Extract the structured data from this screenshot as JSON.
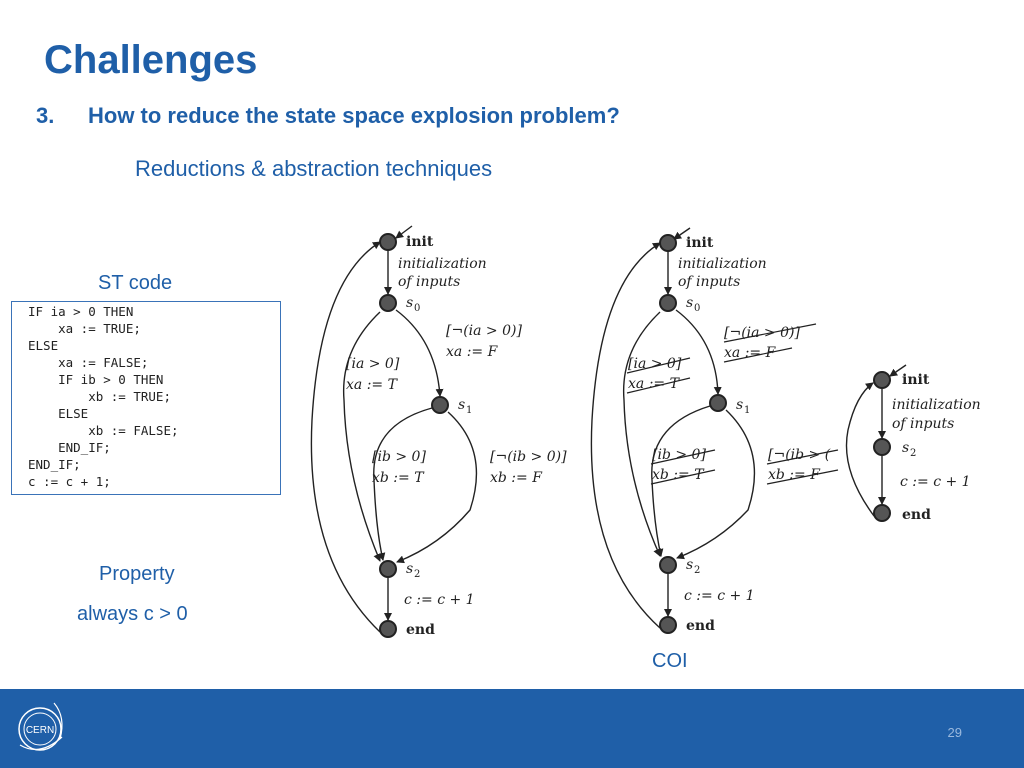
{
  "slide": {
    "title": "Challenges",
    "question_number": "3.",
    "question_text": "How to reduce the state space explosion problem?",
    "subtitle": "Reductions & abstraction techniques",
    "st_code_label": "ST code",
    "code_lines": [
      "IF ia > 0 THEN",
      "    xa := TRUE;",
      "ELSE",
      "    xa := FALSE;",
      "    IF ib > 0 THEN",
      "        xb := TRUE;",
      "    ELSE",
      "        xb := FALSE;",
      "    END_IF;",
      "END_IF;",
      "c := c + 1;"
    ],
    "property_label": "Property",
    "property_expr": "always c > 0",
    "coi_label": "COI",
    "page_number": "29",
    "logo_text": "CERN"
  },
  "diagram": {
    "node_labels": {
      "init": "init",
      "s0": "s",
      "s0_sub": "0",
      "s1": "s",
      "s1_sub": "1",
      "s2": "s",
      "s2_sub": "2",
      "end": "end"
    },
    "edge_labels": {
      "init_line1": "initialization",
      "init_line2": "of inputs",
      "ia_guard": "[ia > 0]",
      "ia_assign": "xa := T",
      "not_ia_guard": "[¬(ia > 0)]",
      "not_ia_assign": "xa := F",
      "ib_guard": "[ib > 0]",
      "ib_assign": "xb := T",
      "not_ib_guard": "[¬(ib > 0)]",
      "not_ib_assign": "xb := F",
      "not_ib_guard_cut": "[¬(ib > (",
      "c_assign": "c := c + 1"
    },
    "colors": {
      "accent": "#1f5fa8",
      "node_fill": "#555555",
      "line": "#222222"
    }
  }
}
